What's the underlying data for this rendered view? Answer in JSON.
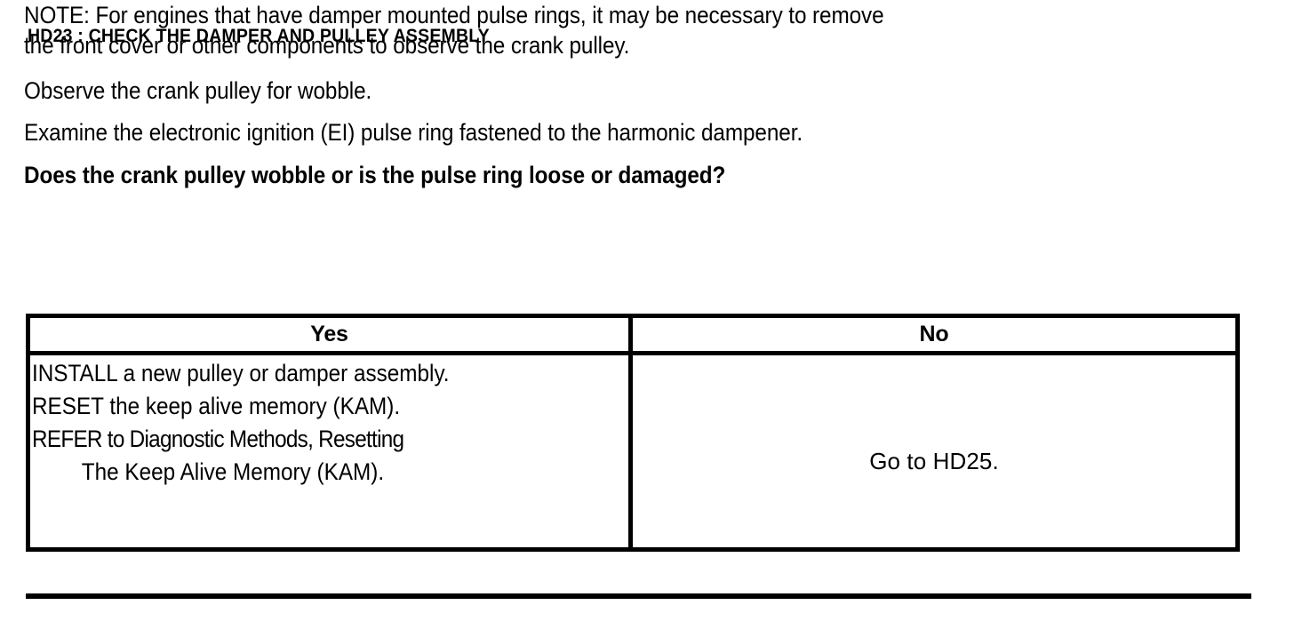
{
  "document": {
    "step_title": "HD23 : CHECK THE DAMPER AND PULLEY ASSEMBLY",
    "paragraphs": {
      "note_line1": "NOTE: For engines that have damper mounted pulse rings, it may be necessary to remove",
      "note_line2": "the front cover or other components to observe the crank pulley.",
      "observe": "Observe the crank pulley for wobble.",
      "examine": "Examine the electronic ignition (EI) pulse ring fastened to the harmonic dampener.",
      "question": "Does the crank pulley wobble or is the pulse ring loose or damaged?"
    },
    "decision_table": {
      "headers": {
        "yes": "Yes",
        "no": "No"
      },
      "yes_cell": {
        "lines": [
          "INSTALL a new pulley or damper assembly.",
          "RESET the keep alive memory (KAM).",
          "REFER to Diagnostic Methods, Resetting",
          "The Keep Alive Memory (KAM)."
        ]
      },
      "no_cell": {
        "text": "Go to HD25."
      }
    },
    "colors": {
      "ink": "#000000",
      "paper": "#ffffff"
    }
  }
}
